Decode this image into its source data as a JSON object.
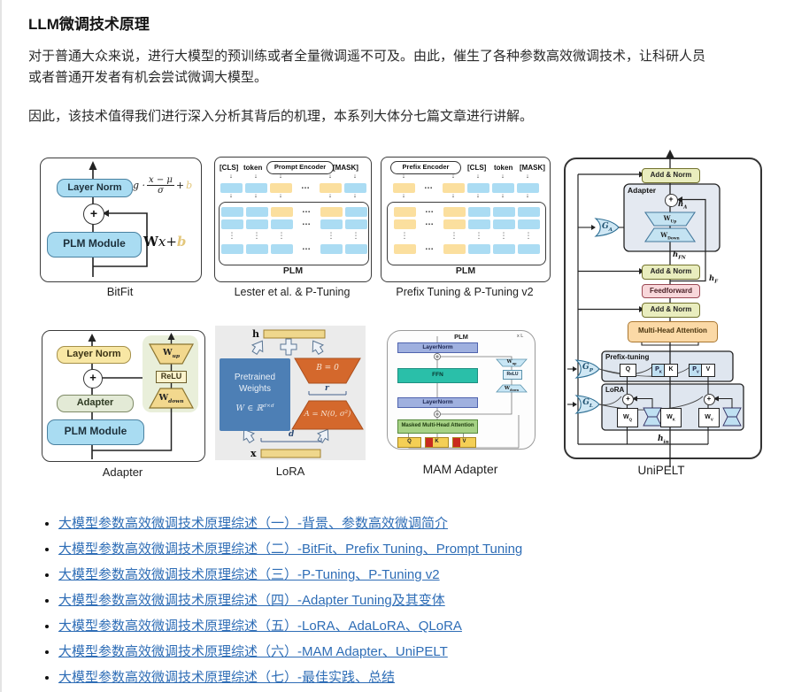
{
  "page": {
    "title": "LLM微调技术原理",
    "paragraphs": [
      "对于普通大众来说，进行大模型的预训练或者全量微调遥不可及。由此，催生了各种参数高效微调技术，让科研人员或者普通开发者有机会尝试微调大模型。",
      "因此，该技术值得我们进行深入分析其背后的机理，本系列大体分七篇文章进行讲解。"
    ]
  },
  "links": [
    "大模型参数高效微调技术原理综述（一）-背景、参数高效微调简介",
    "大模型参数高效微调技术原理综述（二）-BitFit、Prefix Tuning、Prompt Tuning",
    "大模型参数高效微调技术原理综述（三）-P-Tuning、P-Tuning v2",
    "大模型参数高效微调技术原理综述（四）-Adapter Tuning及其变体",
    "大模型参数高效微调技术原理综述（五）-LoRA、AdaLoRA、QLoRA",
    "大模型参数高效微调技术原理综述（六）-MAM Adapter、UniPELT",
    "大模型参数高效微调技术原理综述（七）-最佳实践、总结"
  ],
  "colors": {
    "link": "#2e6db6",
    "token_blue": "#abdcf3",
    "token_yellow": "#fbdf9e",
    "bias_tan": "#e3c77c",
    "addnorm": "#e9edbe",
    "feedforward": "#f8d7da",
    "attention": "#fbd9a6",
    "lora_orange": "#d4682c",
    "lora_blue": "#4d7fb5"
  },
  "figure": {
    "bitfit": {
      "caption": "BitFit",
      "layer_norm": "Layer Norm",
      "plus": "+",
      "plm": "PLM Module",
      "ln_g": "g ·",
      "ln_num": "x − μ",
      "ln_den": "σ",
      "ln_plus": "+",
      "ln_b": "b",
      "f_w": "W",
      "f_x": "x+",
      "f_b": "b"
    },
    "lester": {
      "caption": "Lester et al. & P-Tuning",
      "cls": "[CLS]",
      "token": "token",
      "encoder": "Prompt Encoder",
      "mask": "[MASK]",
      "plm": "PLM",
      "top": [
        "b",
        "b",
        "y",
        "d",
        "y",
        "b"
      ],
      "rows": [
        [
          "b",
          "b",
          "y",
          "d",
          "y",
          "b"
        ],
        [
          "b",
          "b",
          "b",
          "d",
          "b",
          "b"
        ],
        [
          "v",
          "v",
          "v",
          "n",
          "v",
          "v"
        ],
        [
          "b",
          "b",
          "b",
          "d",
          "b",
          "b"
        ]
      ]
    },
    "prefix": {
      "caption": "Prefix Tuning & P-Tuning v2",
      "cls": "[CLS]",
      "token": "token",
      "encoder": "Prefix Encoder",
      "mask": "[MASK]",
      "plm": "PLM",
      "top": [
        "y",
        "d",
        "y",
        "b",
        "b",
        "b"
      ],
      "rows": [
        [
          "y",
          "d",
          "y",
          "b",
          "b",
          "b"
        ],
        [
          "y",
          "d",
          "y",
          "b",
          "b",
          "b"
        ],
        [
          "v",
          "n",
          "v",
          "v",
          "v",
          "v"
        ],
        [
          "y",
          "d",
          "y",
          "b",
          "b",
          "b"
        ]
      ]
    },
    "adapter": {
      "caption": "Adapter",
      "layer_norm": "Layer Norm",
      "plus": "+",
      "adapter": "Adapter",
      "plm": "PLM Module",
      "relu": "ReLU",
      "w_up": {
        "base": "W",
        "sub": "up"
      },
      "w_down": {
        "base": "W",
        "sub": "down"
      }
    },
    "lora": {
      "caption": "LoRA",
      "h": "h",
      "x": "x",
      "pre1": "Pretrained",
      "pre2": "Weights",
      "w": "W ∈ ℝ",
      "w_sup": "d×d",
      "b_eq": "B = 0",
      "a_eq": "A = N(0, σ²)",
      "r": "r",
      "d": "d"
    },
    "mam": {
      "caption": "MAM Adapter",
      "plm": "PLM",
      "xl": "x L",
      "layernorm": "LayerNorm",
      "ffn": "FFN",
      "relu": "ReLU",
      "mmha": "Masked Multi-Head Attention",
      "q": "Q",
      "k": "K",
      "v": "V",
      "w_up": {
        "base": "W",
        "sub": "up"
      },
      "w_down": {
        "base": "W",
        "sub": "down"
      }
    },
    "unipelt": {
      "caption": "UniPELT",
      "add_norm": "Add & Norm",
      "adapter": "Adapter",
      "feedforward": "Feedforward",
      "mha": "Multi-Head Attention",
      "prefix_tuning": "Prefix-tuning",
      "lora": "LoRA",
      "plus": "+",
      "h_a": {
        "base": "h",
        "sub": "A"
      },
      "h_fn": {
        "base": "h",
        "sub": "FN"
      },
      "h_f": {
        "base": "h",
        "sub": "F"
      },
      "h_in": {
        "base": "h",
        "sub": "in"
      },
      "w_up": {
        "base": "W",
        "sub": "Up"
      },
      "w_down": {
        "base": "W",
        "sub": "Down"
      },
      "g_a": {
        "base": "G",
        "sub": "A"
      },
      "g_p": {
        "base": "G",
        "sub": "P"
      },
      "g_l": {
        "base": "G",
        "sub": "L"
      },
      "q": "Q",
      "k": "K",
      "v": "V",
      "p_k": {
        "base": "P",
        "sub": "K"
      },
      "p_v": {
        "base": "P",
        "sub": "V"
      },
      "w_q": {
        "base": "W",
        "sub": "Q"
      },
      "w_k": {
        "base": "W",
        "sub": "K"
      },
      "w_v": {
        "base": "W",
        "sub": "V"
      }
    }
  }
}
